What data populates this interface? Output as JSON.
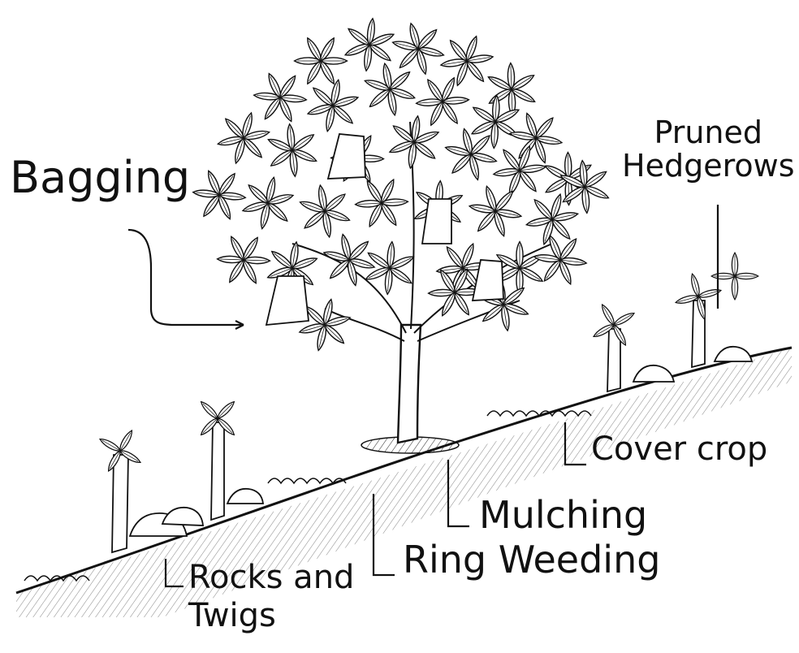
{
  "labels": {
    "bagging": "Bagging",
    "pruned_hedgerows": [
      "Pruned",
      "Hedgerows"
    ],
    "cover_crop": "Cover crop",
    "mulching": "Mulching",
    "ring_weeding": "Ring Weeding",
    "rocks_and_twigs": [
      "Rocks and",
      "Twigs"
    ]
  },
  "style": {
    "ink": "#111111",
    "paper": "#ffffff"
  }
}
